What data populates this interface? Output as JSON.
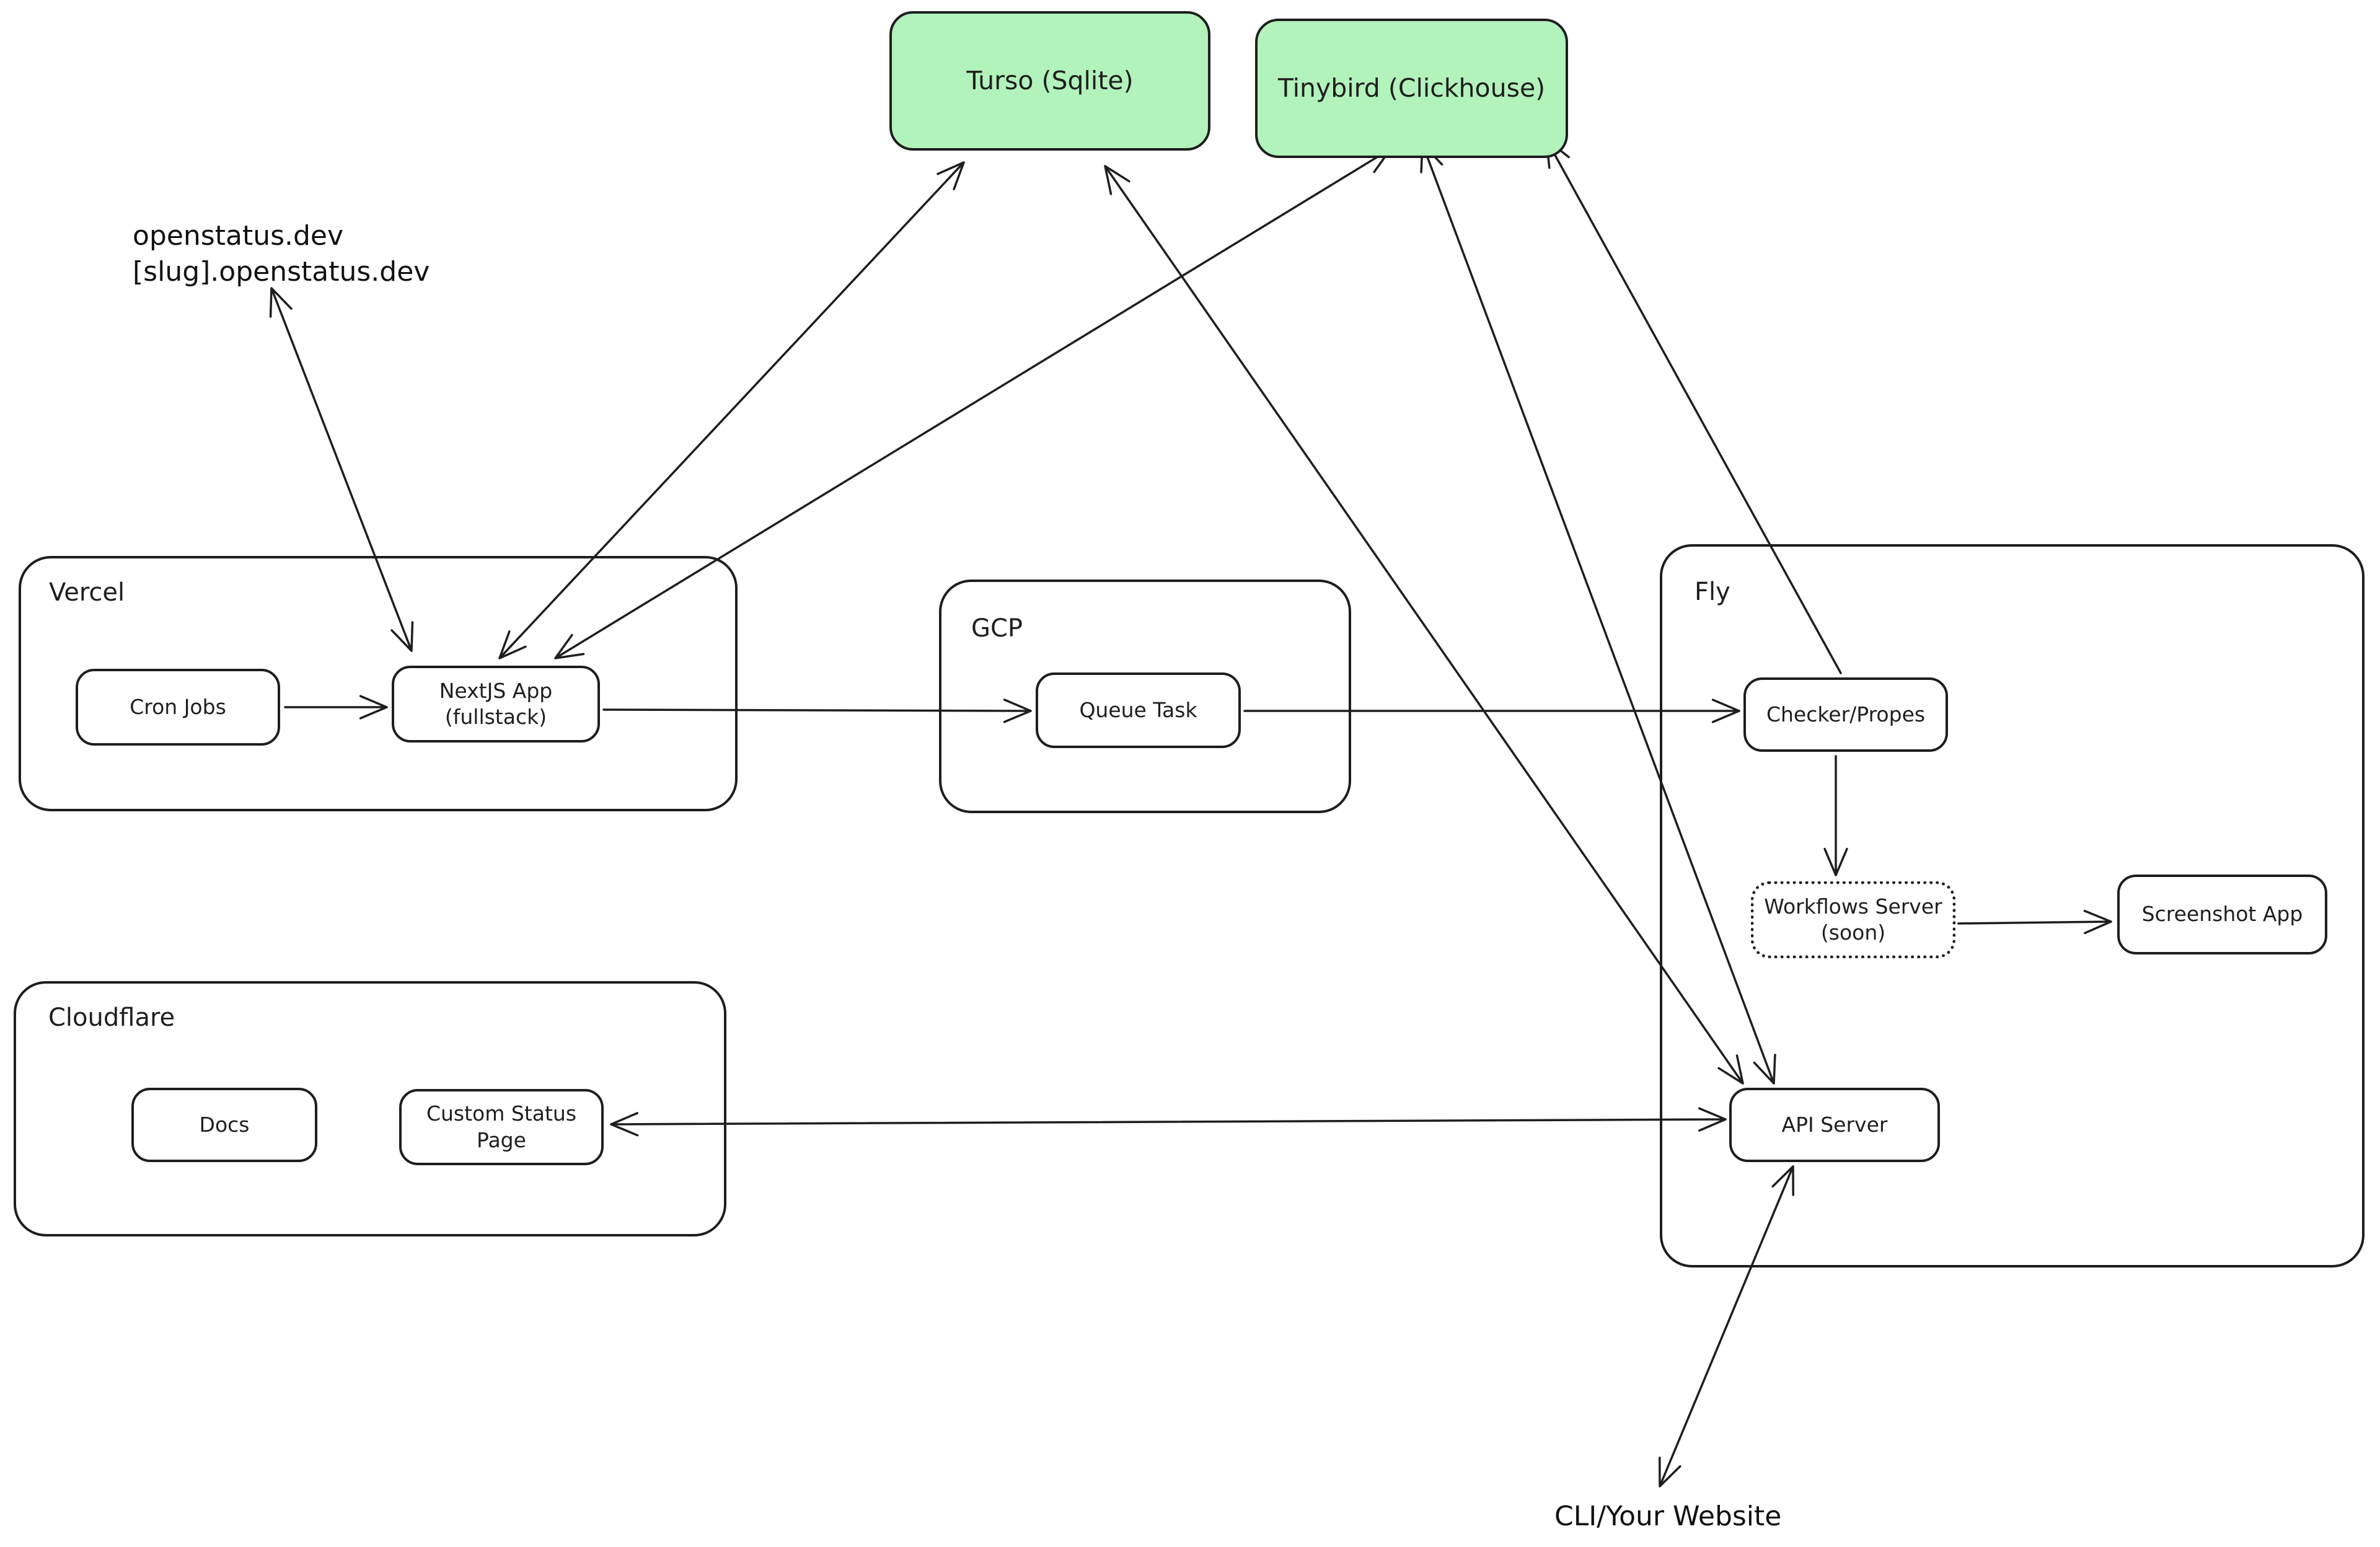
{
  "groups": {
    "vercel": {
      "label": "Vercel"
    },
    "gcp": {
      "label": "GCP"
    },
    "fly": {
      "label": "Fly"
    },
    "cloudflare": {
      "label": "Cloudflare"
    }
  },
  "nodes": {
    "turso": {
      "label": "Turso (Sqlite)"
    },
    "tinybird": {
      "label": "Tinybird (Clickhouse)"
    },
    "cron_jobs": {
      "label": "Cron Jobs"
    },
    "nextjs_app": {
      "label_line1": "NextJS App",
      "label_line2": "(fullstack)"
    },
    "queue_task": {
      "label": "Queue Task"
    },
    "checker": {
      "label": "Checker/Propes"
    },
    "workflows_server": {
      "label_line1": "Workflows Server",
      "label_line2": "(soon)"
    },
    "screenshot_app": {
      "label": "Screenshot App"
    },
    "api_server": {
      "label": "API Server"
    },
    "docs": {
      "label": "Docs"
    },
    "custom_status_page": {
      "label": "Custom Status Page"
    }
  },
  "annotations": {
    "domains": {
      "line1": "openstatus.dev",
      "line2": "[slug].openstatus.dev"
    },
    "cli": {
      "label": "CLI/Your Website"
    }
  },
  "colors": {
    "database_fill": "#b2f2bb",
    "stroke": "#1e1e1e",
    "background": "#ffffff"
  },
  "edges": [
    {
      "id": "nextjs-domains",
      "from": "nextjs_app",
      "to": "domains",
      "arrow_start": true,
      "arrow_end": true
    },
    {
      "id": "cron-nextjs",
      "from": "cron_jobs",
      "to": "nextjs_app",
      "arrow_start": false,
      "arrow_end": true
    },
    {
      "id": "nextjs-turso",
      "from": "nextjs_app",
      "to": "turso",
      "arrow_start": true,
      "arrow_end": true
    },
    {
      "id": "nextjs-tinybird",
      "from": "nextjs_app",
      "to": "tinybird",
      "arrow_start": true,
      "arrow_end": true
    },
    {
      "id": "nextjs-queue",
      "from": "nextjs_app",
      "to": "queue_task",
      "arrow_start": false,
      "arrow_end": true
    },
    {
      "id": "queue-checker",
      "from": "queue_task",
      "to": "checker",
      "arrow_start": false,
      "arrow_end": true
    },
    {
      "id": "turso-api",
      "from": "turso",
      "to": "api_server",
      "arrow_start": true,
      "arrow_end": true
    },
    {
      "id": "tinybird-api",
      "from": "tinybird",
      "to": "api_server",
      "arrow_start": true,
      "arrow_end": true
    },
    {
      "id": "checker-tinybird",
      "from": "checker",
      "to": "tinybird",
      "arrow_start": false,
      "arrow_end": true
    },
    {
      "id": "checker-workflows",
      "from": "checker",
      "to": "workflows_server",
      "arrow_start": false,
      "arrow_end": true
    },
    {
      "id": "workflows-screenshot",
      "from": "workflows_server",
      "to": "screenshot_app",
      "arrow_start": false,
      "arrow_end": true
    },
    {
      "id": "api-custom-status",
      "from": "api_server",
      "to": "custom_status_page",
      "arrow_start": true,
      "arrow_end": true
    },
    {
      "id": "api-cli",
      "from": "api_server",
      "to": "cli",
      "arrow_start": true,
      "arrow_end": true
    }
  ]
}
